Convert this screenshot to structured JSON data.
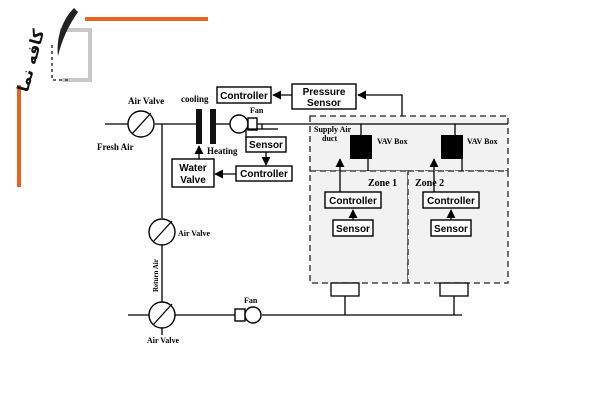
{
  "logo": {
    "text": "کافه نما"
  },
  "colors": {
    "accent_orange": "#E8641E",
    "logo_gray": "#C8C8C8",
    "zone_fill": "#F2F2F2",
    "line": "#000000"
  },
  "labels": {
    "air_valve_top": "Air Valve",
    "fresh_air": "Fresh Air",
    "cooling": "cooling",
    "heating": "Heating",
    "fan_top": "Fan",
    "controller_top": "Controller",
    "pressure_sensor_line1": "Pressure",
    "pressure_sensor_line2": "Sensor",
    "sensor_top": "Sensor",
    "controller_water": "Controller",
    "water_valve_line1": "Water",
    "water_valve_line2": "Valve",
    "supply_air_line1": "Supply Air",
    "supply_air_line2": "duct",
    "vav_box_1": "VAV Box",
    "vav_box_2": "VAV Box",
    "zone_1": "Zone 1",
    "zone_2": "Zone 2",
    "controller_zone1": "Controller",
    "sensor_zone1": "Sensor",
    "controller_zone2": "Controller",
    "sensor_zone2": "Sensor",
    "air_valve_mid": "Air Valve",
    "return_air": "Return Air",
    "fan_bottom": "Fan",
    "air_valve_bottom": "Air Valve"
  }
}
